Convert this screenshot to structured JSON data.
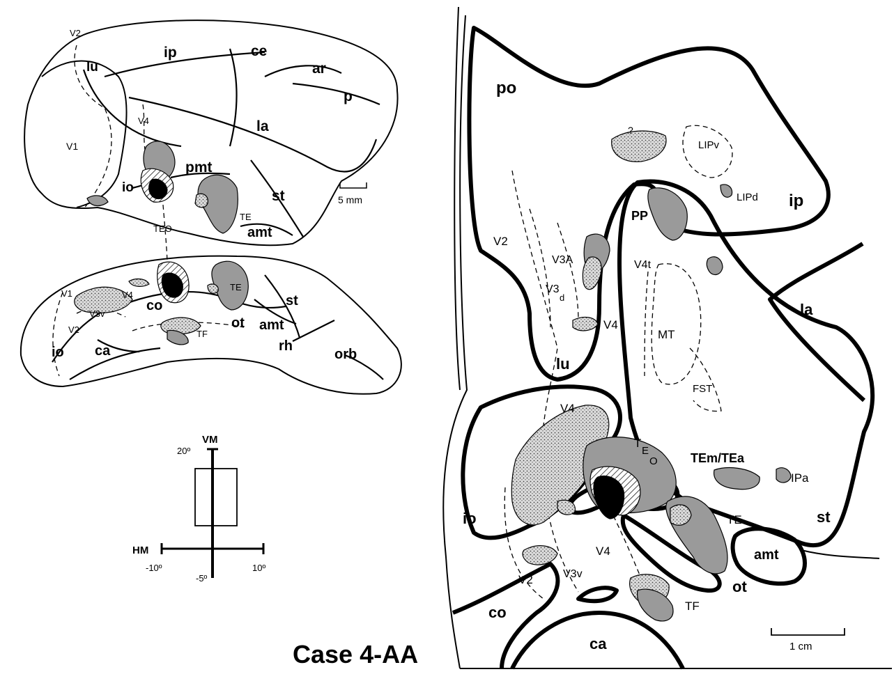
{
  "title": "Case 4-AA",
  "lateral_view": {
    "labels": [
      "V2",
      "lu",
      "ip",
      "ce",
      "ar",
      "p",
      "V4",
      "la",
      "V1",
      "pmt",
      "io",
      "st",
      "TE",
      "amt",
      "TEO"
    ],
    "scale_bar": "5 mm"
  },
  "ventral_view": {
    "labels": [
      "V1",
      "V3v",
      "V4",
      "co",
      "TE",
      "st",
      "ot",
      "V2",
      "amt",
      "TF",
      "io",
      "ca",
      "rh",
      "orb"
    ]
  },
  "visual_field": {
    "vm": "VM",
    "hm": "HM",
    "top": "20º",
    "bottom": "-5º",
    "left": "-10º",
    "right": "10º"
  },
  "flat_map": {
    "labels": [
      "po",
      "?",
      "LIPv",
      "LIPd",
      "ip",
      "PP",
      "V2",
      "V3A",
      "V4t",
      "V3",
      "d",
      "la",
      "MT",
      "V4",
      "lu",
      "FST",
      "V4",
      "TEm/TEa",
      "IPa",
      "io",
      "TE",
      "st",
      "amt",
      "V4",
      "V2",
      "V3v",
      "ot",
      "co",
      "TF",
      "ca"
    ],
    "teo_label": {
      "main": "T",
      "e": "E",
      "o": "O"
    },
    "scale_bar": "1 cm"
  }
}
